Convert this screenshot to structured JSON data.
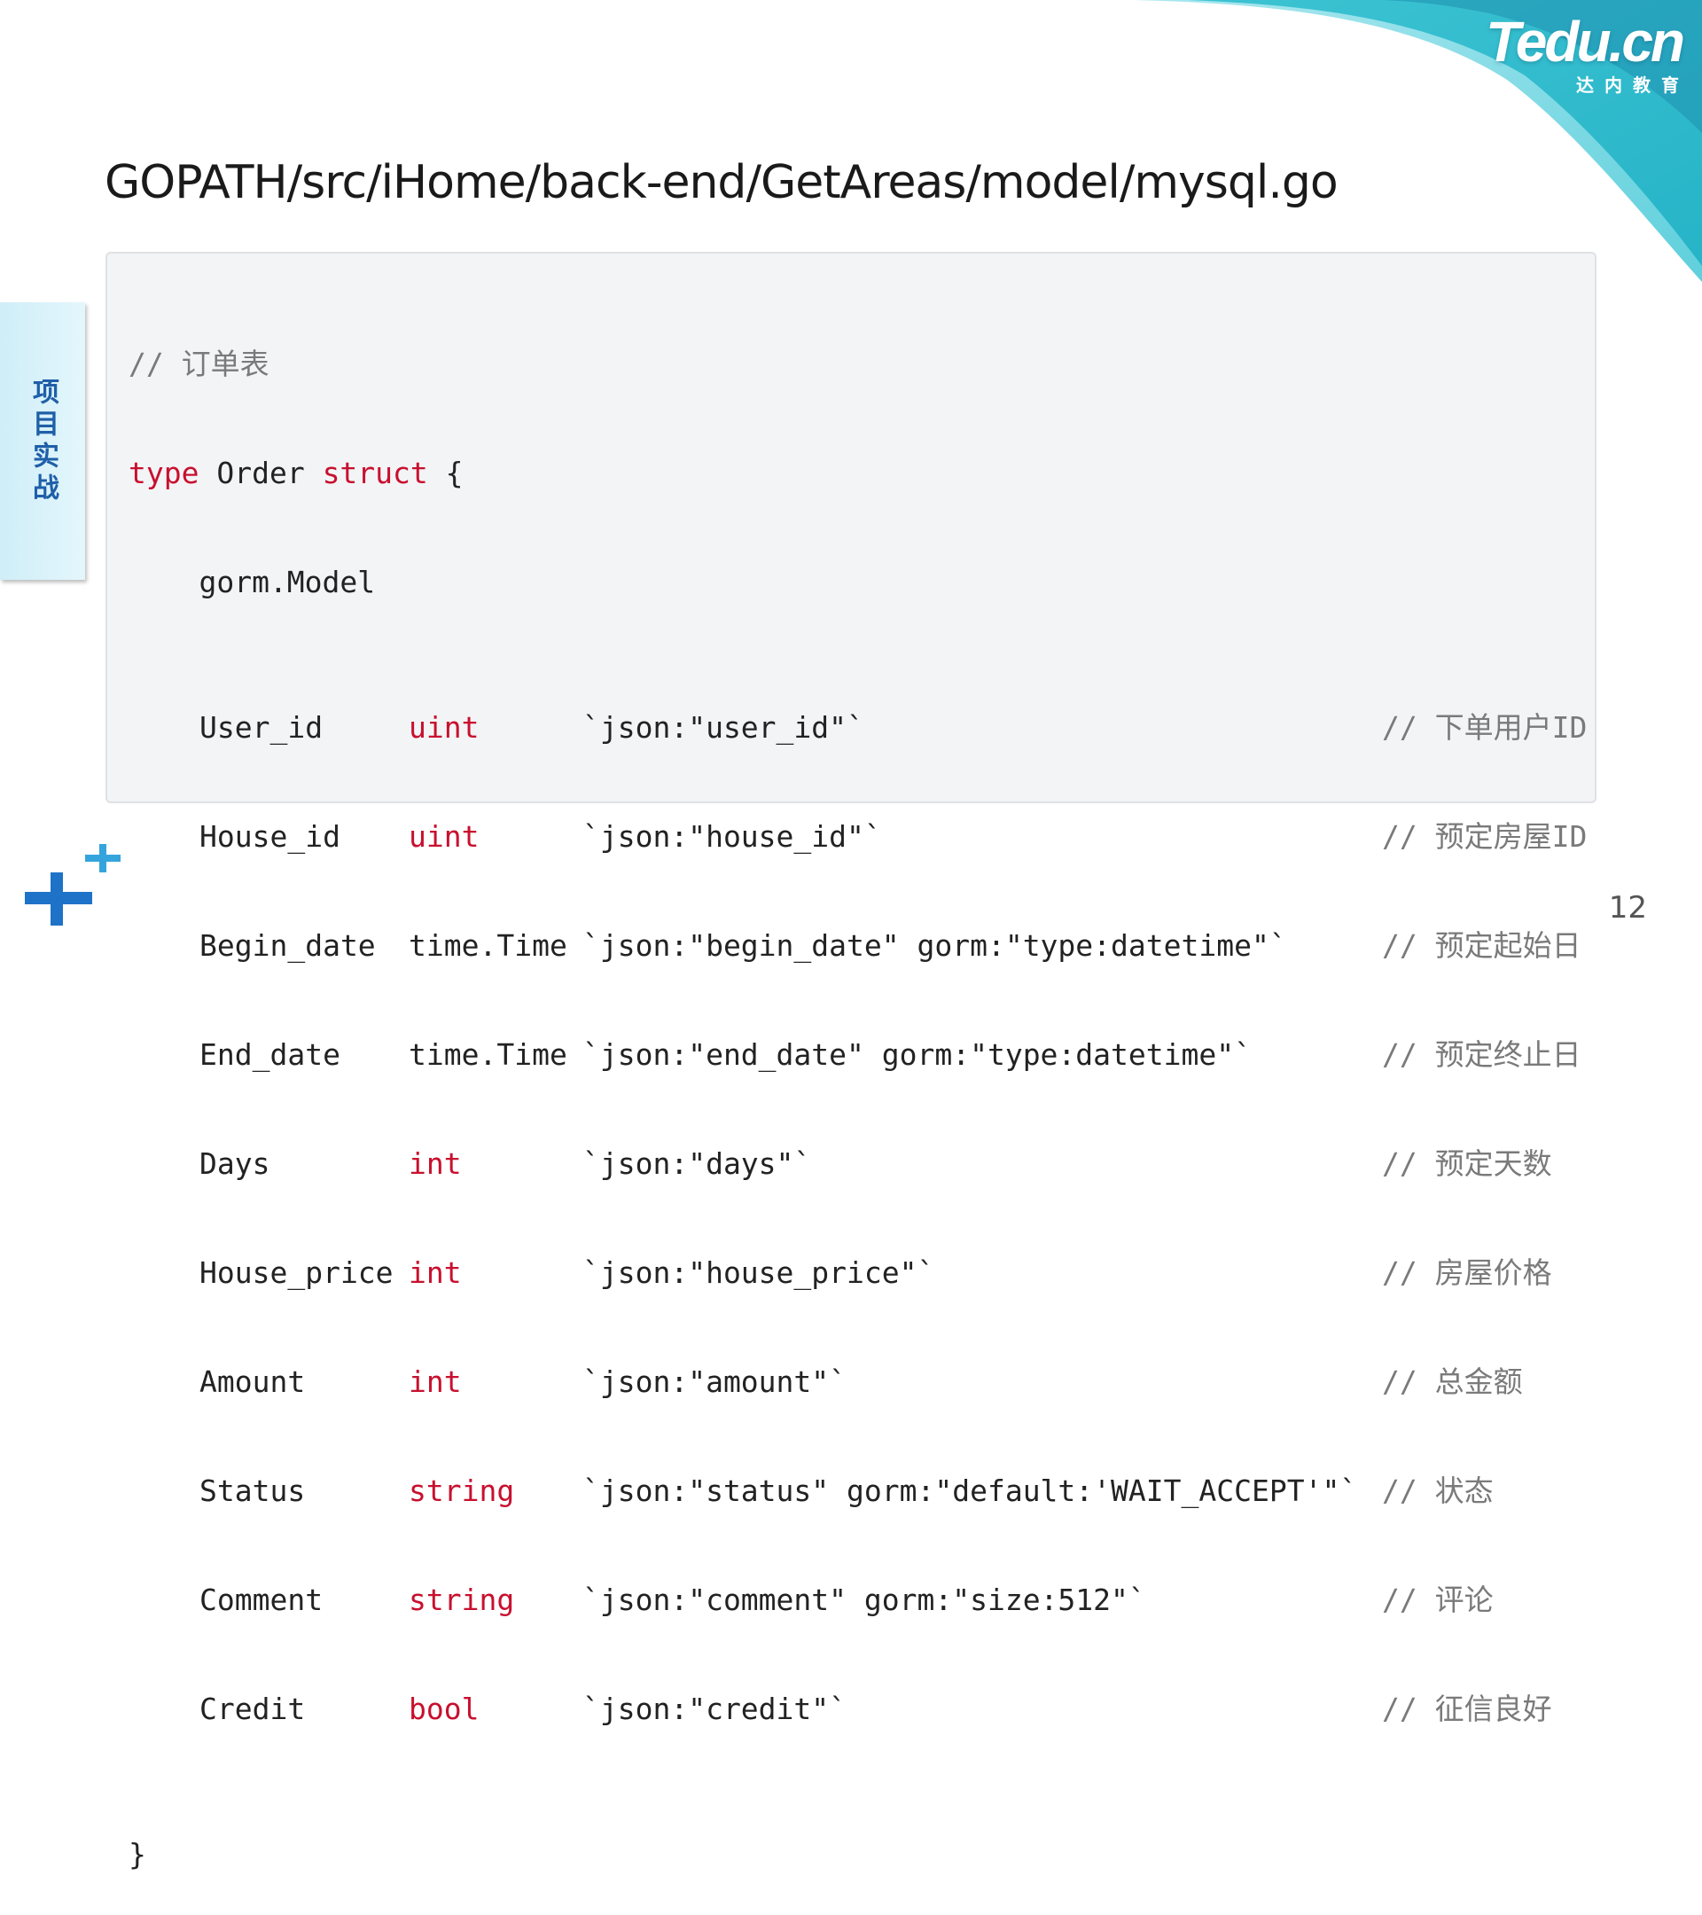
{
  "logo": {
    "word": "Tedu.cn",
    "sub": "达内教育"
  },
  "slide": {
    "title": "GOPATH/src/iHome/back-end/GetAreas/model/mysql.go",
    "side_tab": "项目实战",
    "page_number": "12"
  },
  "code": {
    "header_comment": "// 订单表",
    "decl_type_kw": "type",
    "decl_name": " Order ",
    "decl_struct_kw": "struct",
    "decl_open": " {",
    "embedded": "    gorm.Model",
    "fields": [
      {
        "name": "User_id",
        "type": "uint",
        "tag": "`json:\"user_id\"`",
        "comment": "// 下单用户ID"
      },
      {
        "name": "House_id",
        "type": "uint",
        "tag": "`json:\"house_id\"`",
        "comment": "// 预定房屋ID"
      },
      {
        "name": "Begin_date",
        "type": "time.Time",
        "tag": "`json:\"begin_date\" gorm:\"type:datetime\"`",
        "comment": "// 预定起始日"
      },
      {
        "name": "End_date",
        "type": "time.Time",
        "tag": "`json:\"end_date\" gorm:\"type:datetime\"`",
        "comment": "// 预定终止日"
      },
      {
        "name": "Days",
        "type": "int",
        "tag": "`json:\"days\"`",
        "comment": "// 预定天数"
      },
      {
        "name": "House_price",
        "type": "int",
        "tag": "`json:\"house_price\"`",
        "comment": "// 房屋价格"
      },
      {
        "name": "Amount",
        "type": "int",
        "tag": "`json:\"amount\"`",
        "comment": "// 总金额"
      },
      {
        "name": "Status",
        "type": "string",
        "tag": "`json:\"status\" gorm:\"default:'WAIT_ACCEPT'\"`",
        "comment": "// 状态"
      },
      {
        "name": "Comment",
        "type": "string",
        "tag": "`json:\"comment\" gorm:\"size:512\"`",
        "comment": "// 评论"
      },
      {
        "name": "Credit",
        "type": "bool",
        "tag": "`json:\"credit\"`",
        "comment": "// 征信良好"
      }
    ],
    "close": "}"
  },
  "colors": {
    "keyword": "#c8102e",
    "comment": "#7a7a7a",
    "text": "#222222",
    "accent_teal": "#35c2cf",
    "accent_blue": "#1e73c8"
  }
}
